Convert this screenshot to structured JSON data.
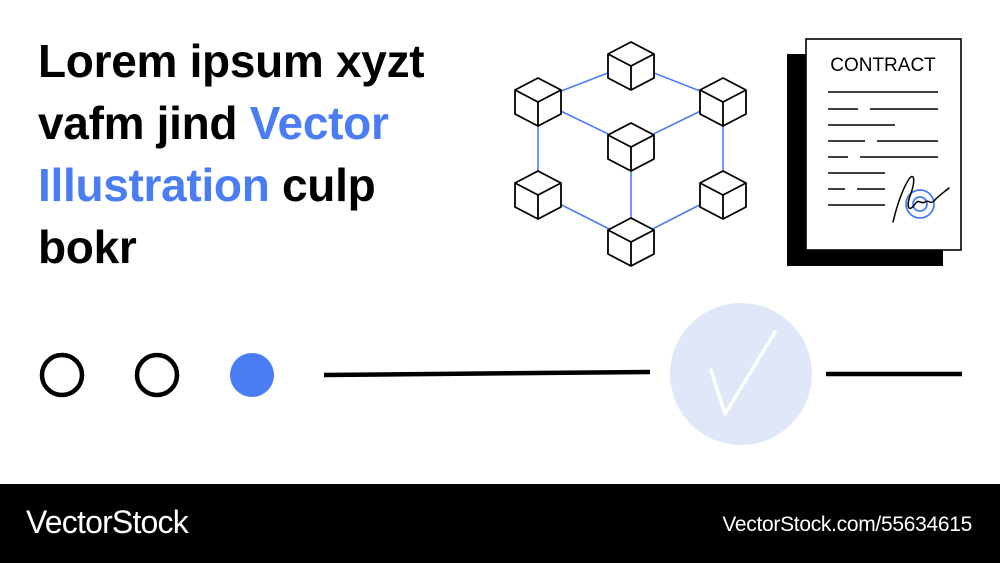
{
  "headline": {
    "line1": "Lorem ipsum xyzt",
    "line2_plain": "vafm jind ",
    "line2_accent": "Vector",
    "line3_accent": "Illustration",
    "line3_plain": " culp",
    "line4": "bokr"
  },
  "contract": {
    "label": "CONTRACT"
  },
  "progress": {
    "steps_total": 3,
    "active_step": 3
  },
  "footer": {
    "brand": "VectorStock",
    "stock_id": "VectorStock.com/55634615"
  },
  "icons": [
    "blockchain-network-icon",
    "contract-document-icon",
    "signature-icon",
    "checkmark-icon"
  ],
  "colors": {
    "accent": "#4a7df3",
    "check_circle": "#dfe7f8",
    "text": "#000000",
    "footer_bg": "#000000"
  }
}
